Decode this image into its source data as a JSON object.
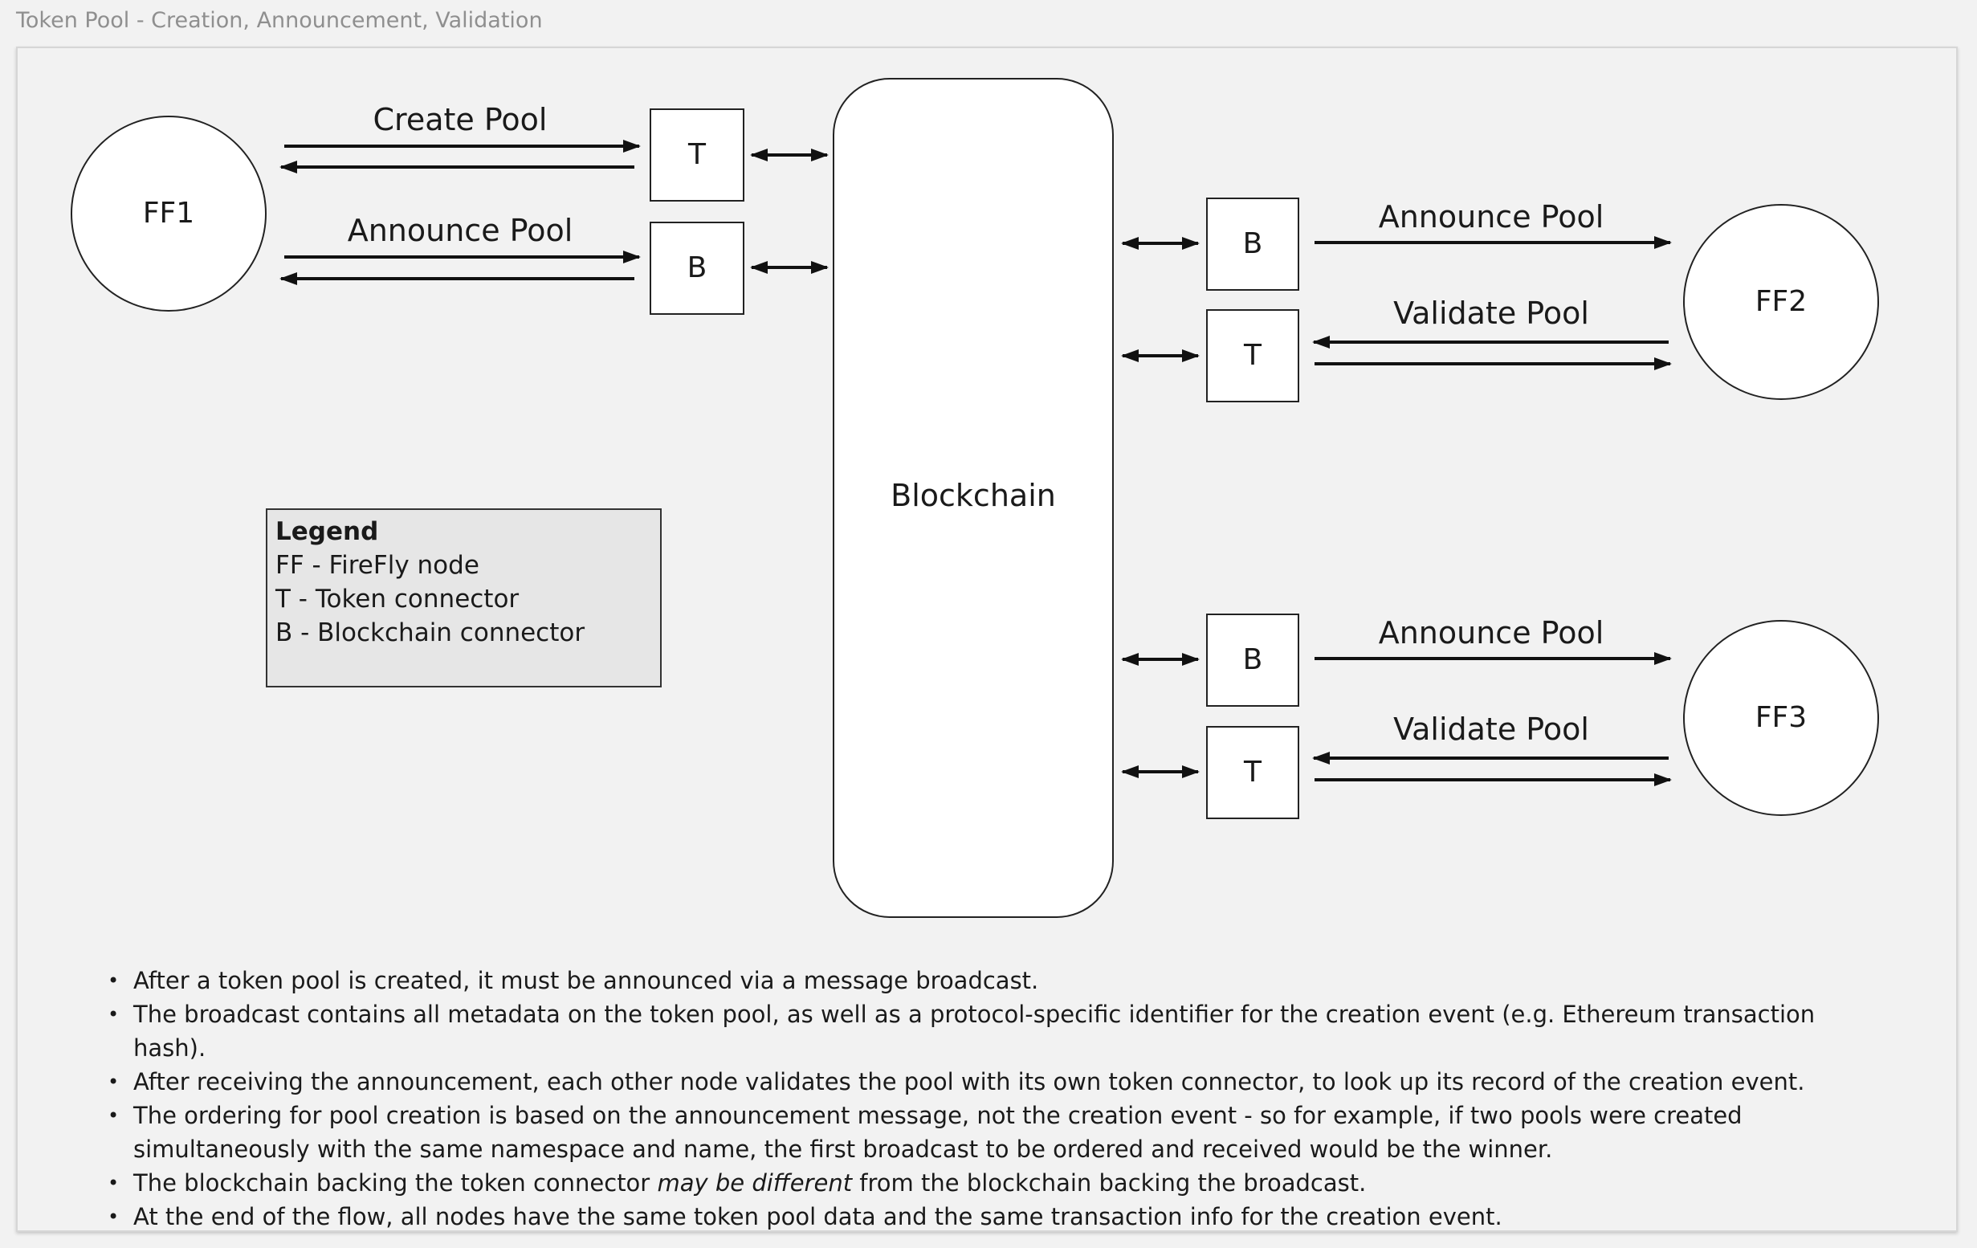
{
  "page_title": "Token Pool - Creation, Announcement, Validation",
  "nodes": {
    "ff1": "FF1",
    "ff2": "FF2",
    "ff3": "FF3",
    "blockchain": "Blockchain"
  },
  "connectors": {
    "token": "T",
    "blockchain": "B"
  },
  "flows": {
    "create_pool": "Create Pool",
    "announce_pool": "Announce Pool",
    "validate_pool": "Validate Pool"
  },
  "legend": {
    "title": "Legend",
    "items": [
      "FF - FireFly node",
      "T - Token connector",
      "B - Blockchain connector"
    ]
  },
  "notes": [
    {
      "text": "After a token pool is created, it must be announced via a message broadcast."
    },
    {
      "text": "The broadcast contains all metadata on the token pool, as well as a protocol-specific identifier for the creation event (e.g. Ethereum transaction hash)."
    },
    {
      "text": "After receiving the announcement, each other node validates the pool with its own token connector, to look up its record of the creation event."
    },
    {
      "text": "The ordering for pool creation is based on the announcement message, not the creation event - so for example, if two pools were created simultaneously with the same namespace and name, the first broadcast to be ordered and received would be the winner."
    },
    {
      "before": "The blockchain backing the token connector ",
      "emphasis": "may be different",
      "after": " from the blockchain backing the broadcast."
    },
    {
      "text": "At the end of the flow, all nodes have the same token pool data and the same transaction info for the creation event."
    }
  ]
}
